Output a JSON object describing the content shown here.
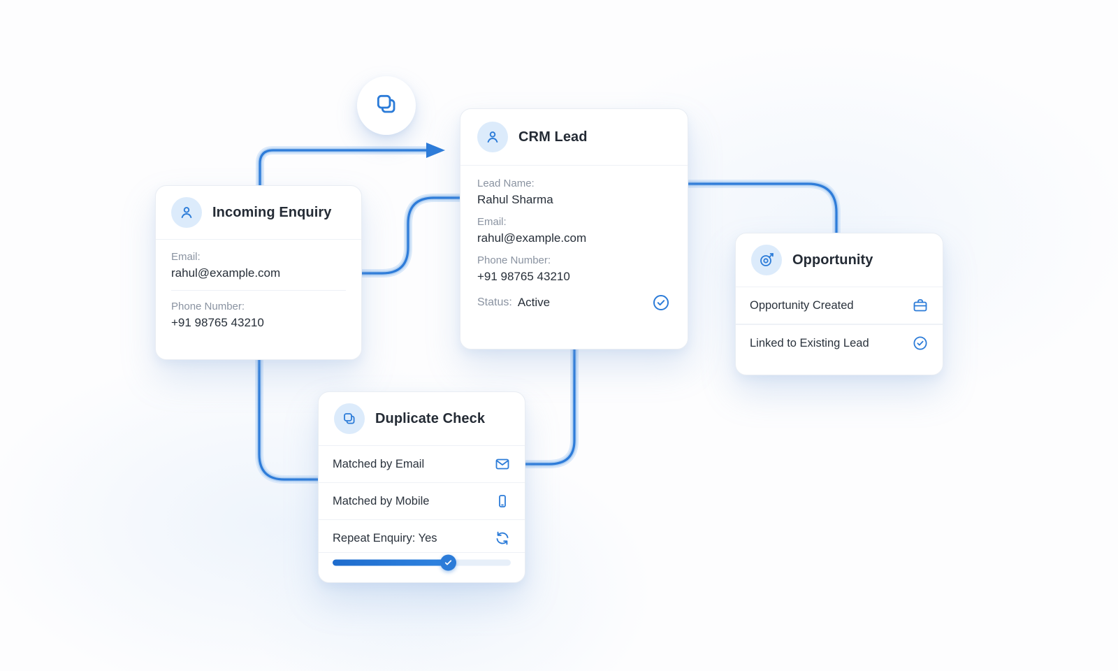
{
  "colors": {
    "accent": "#2b7bd8",
    "icon_bubble_bg": "#dcebfb",
    "connector_core": "#2e7cd9",
    "connector_glow": "#d7e7f9"
  },
  "flow_badge": {
    "icon": "duplicate-icon"
  },
  "cards": {
    "incoming_enquiry": {
      "title": "Incoming Enquiry",
      "icon": "person-icon",
      "fields": [
        {
          "label": "Email:",
          "value": "rahul@example.com"
        },
        {
          "label": "Phone Number:",
          "value": "+91 98765 43210"
        }
      ]
    },
    "crm_lead": {
      "title": "CRM Lead",
      "icon": "person-icon",
      "fields": [
        {
          "label": "Lead Name:",
          "value": "Rahul Sharma"
        },
        {
          "label": "Email:",
          "value": "rahul@example.com"
        },
        {
          "label": "Phone Number:",
          "value": "+91 98765 43210"
        }
      ],
      "status": {
        "label": "Status:",
        "value": "Active",
        "icon": "check-circle-icon"
      }
    },
    "duplicate_check": {
      "title": "Duplicate Check",
      "icon": "duplicate-icon",
      "rows": [
        {
          "label": "Matched by Email",
          "icon": "mail-icon"
        },
        {
          "label": "Matched by Mobile",
          "icon": "mobile-icon"
        },
        {
          "label": "Repeat Enquiry: Yes",
          "icon": "refresh-icon"
        }
      ],
      "progress_percent": 65
    },
    "opportunity": {
      "title": "Opportunity",
      "icon": "target-icon",
      "rows": [
        {
          "label": "Opportunity Created",
          "icon": "briefcase-icon"
        },
        {
          "label": "Linked to Existing Lead",
          "icon": "check-circle-icon"
        }
      ]
    }
  }
}
